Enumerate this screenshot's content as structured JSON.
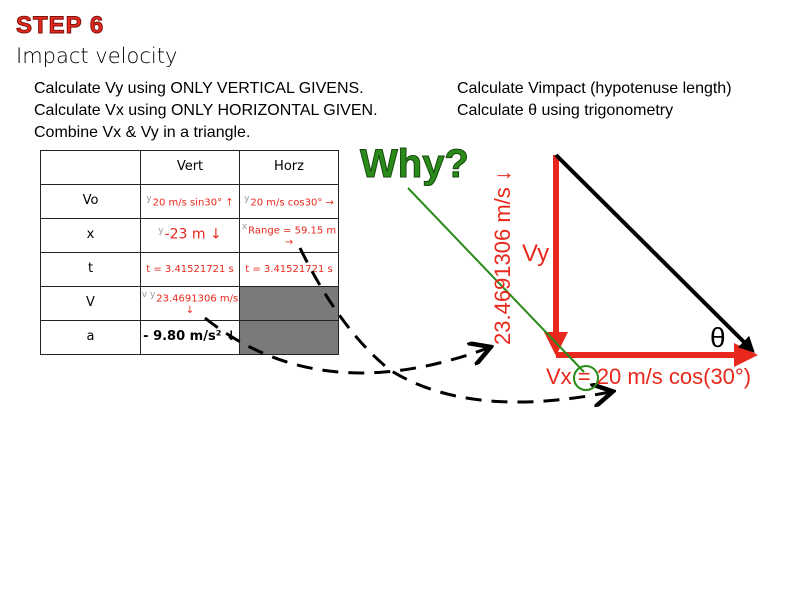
{
  "slide": {
    "step": "STEP 6",
    "subtitle": "Impact velocity"
  },
  "instructions_left": [
    "Calculate Vy using ONLY VERTICAL GIVENS.",
    "Calculate Vx using ONLY HORIZONTAL GIVEN.",
    "Combine Vx & Vy in a triangle."
  ],
  "instructions_right": [
    "Calculate Vimpact  (hypotenuse length)",
    "Calculate θ using  trigonometry"
  ],
  "table": {
    "headers": [
      "",
      "Vert",
      "Horz"
    ],
    "rows": [
      {
        "label": "Vo",
        "vert": "20 m/s sin30° ↑",
        "horz": "20 m/s cos30° →",
        "vtag": "y",
        "htag": "y"
      },
      {
        "label": "x",
        "vert": "-23 m ↓",
        "horz": "Range = 59.15 m →",
        "vtag": "y",
        "htag": "x"
      },
      {
        "label": "t",
        "vert": "t = 3.41521721 s",
        "horz": "t = 3.41521721 s"
      },
      {
        "label": "V",
        "vert": "23.4691306 m/s ↓",
        "vtag": "v y"
      },
      {
        "label": "a",
        "vert": "- 9.80 m/s² ↓"
      }
    ]
  },
  "diagram": {
    "why": "Why?",
    "vy_label": "Vy",
    "vy_value": "23.4691306 m/s ↓",
    "theta": "θ",
    "vx_equation": "Vx = 20 m/s cos(30°)"
  },
  "colors": {
    "red": "#e8281c",
    "green": "#2a8a1a"
  }
}
